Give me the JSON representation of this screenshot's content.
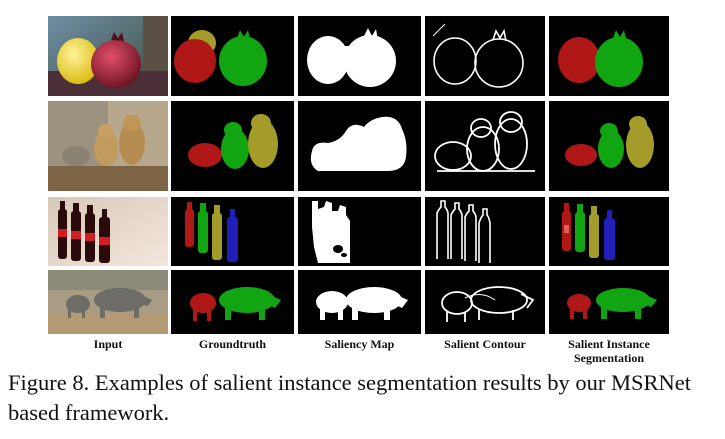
{
  "figure": {
    "columns": [
      "Input",
      "Groundtruth",
      "Saliency Map",
      "Salient Contour",
      "Salient Instance\nSegmentation"
    ],
    "rows": [
      {
        "scene": "fruit-pair"
      },
      {
        "scene": "prairie-dogs"
      },
      {
        "scene": "bottles"
      },
      {
        "scene": "rhinos"
      }
    ],
    "instance_colors": {
      "instance_1": "#b01818",
      "instance_2": "#12a512",
      "instance_3": "#a39b2a",
      "instance_4": "#2020b8",
      "saliency_fg": "#ffffff",
      "background": "#000000"
    },
    "caption": "Figure 8. Examples of salient instance segmentation results by our MSRNet based framework."
  }
}
